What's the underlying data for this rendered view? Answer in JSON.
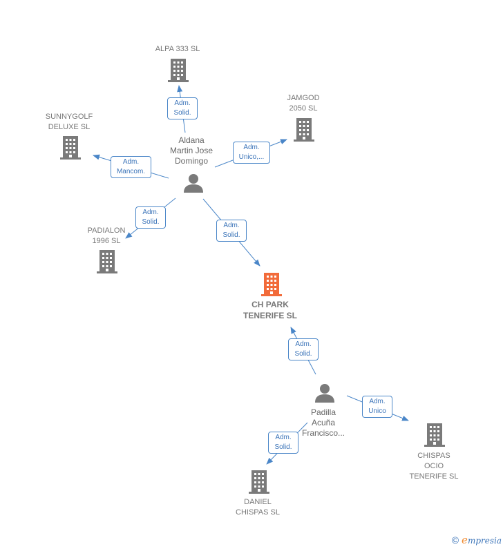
{
  "nodes": {
    "alpa": {
      "label": "ALPA 333  SL",
      "kind": "company"
    },
    "jamgod": {
      "label": "JAMGOD\n2050  SL",
      "kind": "company"
    },
    "sunnygolf": {
      "label": "SUNNYGOLF\nDELUXE SL",
      "kind": "company"
    },
    "aldana": {
      "label": "Aldana\nMartin Jose\nDomingo",
      "kind": "person"
    },
    "padialon": {
      "label": "PADIALON\n1996  SL",
      "kind": "company"
    },
    "chpark": {
      "label": "CH PARK\nTENERIFE  SL",
      "kind": "company-focus"
    },
    "padilla": {
      "label": "Padilla\nAcuña\nFrancisco...",
      "kind": "person"
    },
    "chispas_ocio": {
      "label": "CHISPAS\nOCIO\nTENERIFE SL",
      "kind": "company"
    },
    "daniel": {
      "label": "DANIEL\nCHISPAS SL",
      "kind": "company"
    }
  },
  "relations": {
    "r1": "Adm.\nSolid.",
    "r2": "Adm.\nUnico,...",
    "r3": "Adm.\nMancom.",
    "r4": "Adm.\nSolid.",
    "r5": "Adm.\nSolid.",
    "r6": "Adm.\nSolid.",
    "r7": "Adm.\nUnico",
    "r8": "Adm.\nSolid."
  },
  "colors": {
    "company": "#7a7a7a",
    "focus": "#f26b3a",
    "person": "#7a7a7a",
    "edge": "#4a86c8"
  },
  "brand": {
    "copyright": "©",
    "e": "e",
    "rest": "mpresia"
  }
}
